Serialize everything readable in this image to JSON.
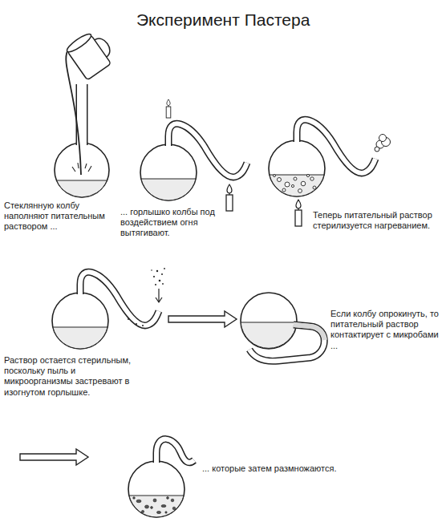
{
  "diagram": {
    "title": "Эксперимент Пастера",
    "labels": [
      "Стеклянную колбу наполняют питательным раствором ...",
      "... горлышко колбы под воздействием огня вытягивают.",
      "Теперь питательный раствор стерилизуется нагреванием.",
      "Раствор остается стерильным, поскольку пыль и микроорганизмы застревают в изогнутом горлышке.",
      "Если колбу опрокинуть, то питательный раствор контактирует с микробами ...",
      "... которые затем размножаются."
    ]
  }
}
